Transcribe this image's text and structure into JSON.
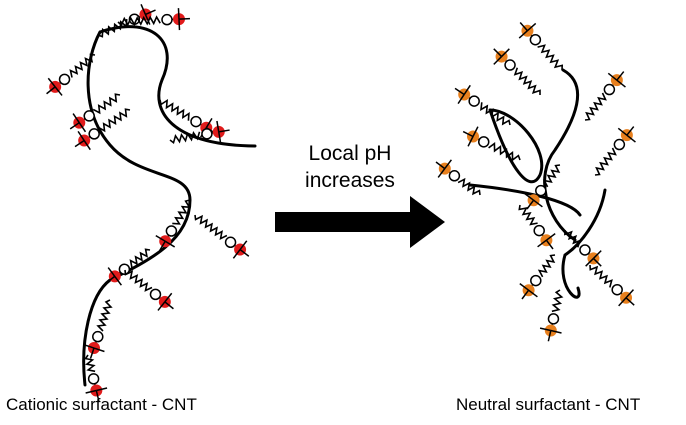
{
  "figure": {
    "arrow_label": "Local pH\nincreases",
    "left_caption": "Cationic surfactant - CNT",
    "right_caption": "Neutral surfactant - CNT"
  },
  "colors": {
    "ink": "#000000",
    "cationic_head": "#e01b1b",
    "neutral_head": "#e8801e",
    "arrow": "#000000"
  },
  "icons": {
    "cationic_head": "charged-headgroup-icon",
    "neutral_head": "neutral-headgroup-icon",
    "benzene": "benzene-ring-icon",
    "tail": "alkyl-tail-coil"
  }
}
